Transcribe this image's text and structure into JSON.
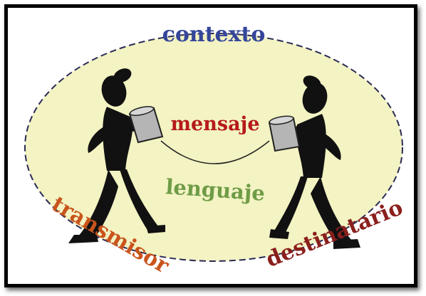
{
  "labels": {
    "context": "contexto",
    "message": "mensaje",
    "language": "lenguaje",
    "sender": "transmisor",
    "receiver": "destinatario"
  },
  "colors": {
    "background_ellipse": "#f3f3c3",
    "context": "#35469a",
    "message": "#b61a1a",
    "language": "#6f9c47",
    "sender": "#c9541c",
    "receiver": "#8a1f1c",
    "figure": "#111111",
    "can": "#b5b5b5"
  }
}
